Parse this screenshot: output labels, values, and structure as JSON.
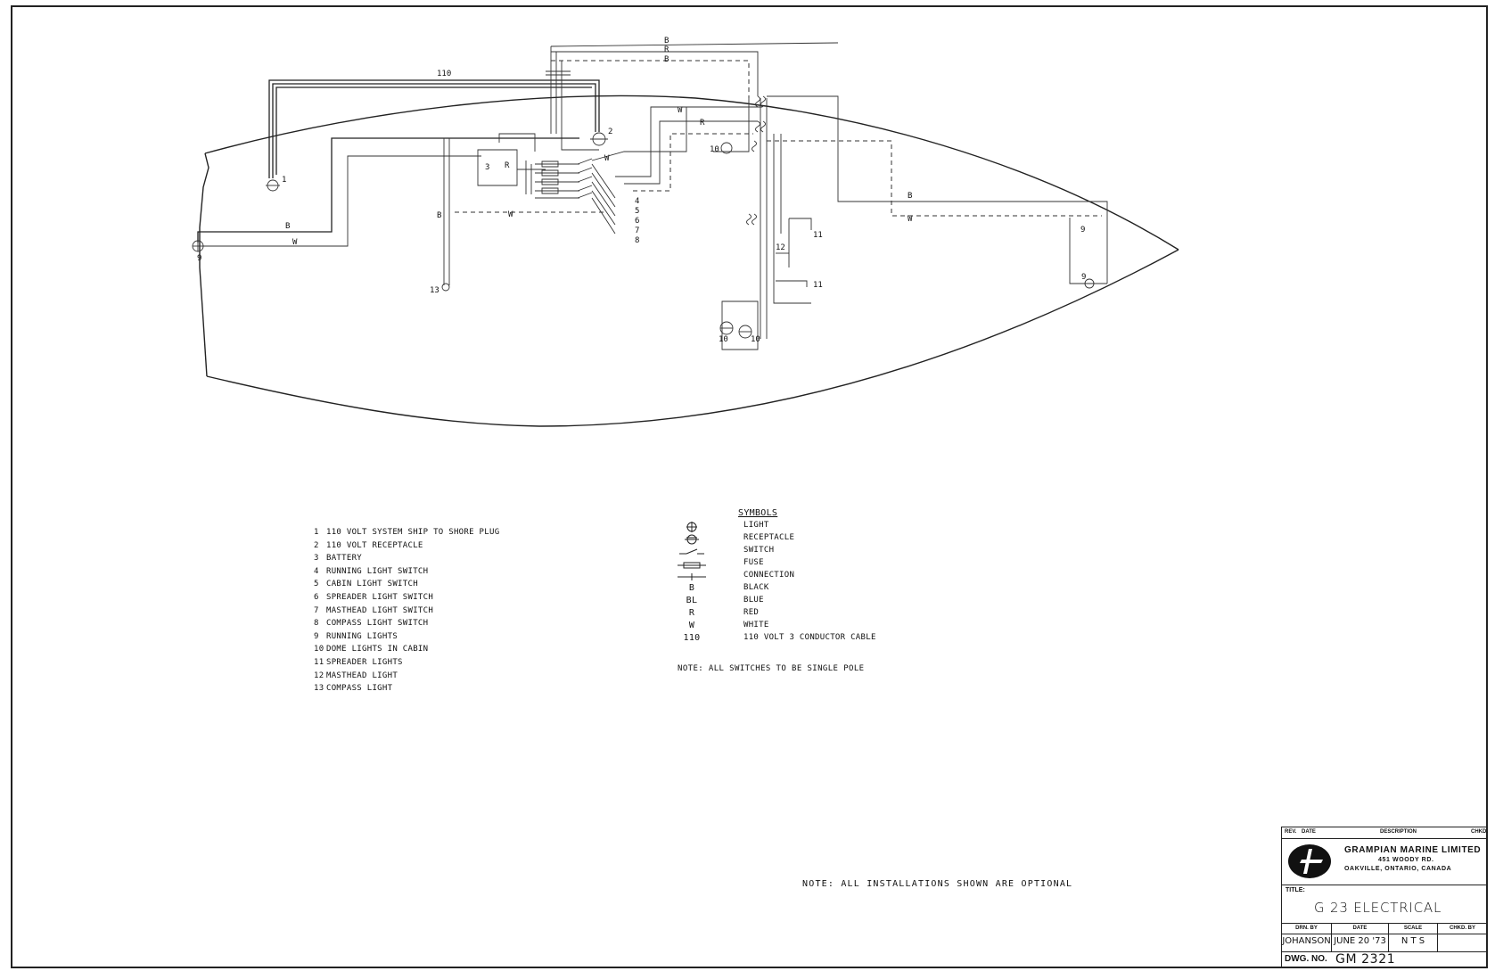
{
  "diagram": {
    "wire_labels": {
      "w110": "110",
      "top_B1": "B",
      "top_R1": "R",
      "top_B2": "B",
      "mid_W": "W",
      "mid_R": "R",
      "mid_B": "B",
      "port_B": "B",
      "port_W": "W",
      "bow_B": "B",
      "bow_W": "W",
      "sw_W": "W",
      "sw_R": "R",
      "vert_B": "B"
    },
    "component_labels": {
      "c1": "1",
      "c2": "2",
      "c3": "3",
      "c4": "4",
      "c5": "5",
      "c6": "6",
      "c7": "7",
      "c8": "8",
      "c9a": "9",
      "c9b": "9",
      "c9c": "9",
      "c10a": "10",
      "c10b": "10",
      "c11a": "11",
      "c11b": "11",
      "c12": "12",
      "c13": "13"
    }
  },
  "legend": [
    {
      "num": "1",
      "text": "110 VOLT SYSTEM  SHIP TO SHORE PLUG"
    },
    {
      "num": "2",
      "text": "110 VOLT RECEPTACLE"
    },
    {
      "num": "3",
      "text": "BATTERY"
    },
    {
      "num": "4",
      "text": "RUNNING LIGHT SWITCH"
    },
    {
      "num": "5",
      "text": "CABIN LIGHT SWITCH"
    },
    {
      "num": "6",
      "text": "SPREADER LIGHT SWITCH"
    },
    {
      "num": "7",
      "text": "MASTHEAD LIGHT SWITCH"
    },
    {
      "num": "8",
      "text": "COMPASS LIGHT SWITCH"
    },
    {
      "num": "9",
      "text": "RUNNING LIGHTS"
    },
    {
      "num": "10",
      "text": "DOME LIGHTS  IN CABIN"
    },
    {
      "num": "11",
      "text": "SPREADER LIGHTS"
    },
    {
      "num": "12",
      "text": "MASTHEAD LIGHT"
    },
    {
      "num": "13",
      "text": "COMPASS LIGHT"
    }
  ],
  "symbols": {
    "title": "SYMBOLS",
    "items": [
      {
        "mark": "light-symbol",
        "label": "LIGHT"
      },
      {
        "mark": "receptacle-symbol",
        "label": "RECEPTACLE"
      },
      {
        "mark": "switch-symbol",
        "label": "SWITCH"
      },
      {
        "mark": "fuse-symbol",
        "label": "FUSE"
      },
      {
        "mark": "connection-symbol",
        "label": "CONNECTION"
      },
      {
        "mark_text": "B",
        "label": "BLACK"
      },
      {
        "mark_text": "BL",
        "label": "BLUE"
      },
      {
        "mark_text": "R",
        "label": "RED"
      },
      {
        "mark_text": "W",
        "label": "WHITE"
      },
      {
        "mark_text": "110",
        "label": "110 VOLT 3 CONDUCTOR CABLE"
      }
    ]
  },
  "notes": {
    "switches": "NOTE:  ALL SWITCHES TO BE SINGLE POLE",
    "optional": "NOTE:  ALL INSTALLATIONS SHOWN ARE OPTIONAL"
  },
  "title_block": {
    "rev_header": "REV.",
    "date_header": "DATE",
    "description_header": "DESCRIPTION",
    "chkd_header": "CHKD.",
    "company_name": "GRAMPIAN MARINE LIMITED",
    "address_line1": "451 WOODY RD.",
    "address_line2": "OAKVILLE, ONTARIO, CANADA",
    "title_label": "TITLE:",
    "title": "G 23  ELECTRICAL",
    "drn_by_label": "DRN. BY",
    "drn_by": "JOHANSON",
    "date_label": "DATE",
    "date": "JUNE 20 '73",
    "scale_label": "SCALE",
    "scale": "N T S",
    "chkd_by_label": "CHKD. BY",
    "chkd_by": "",
    "dwg_no_label": "DWG. NO.",
    "dwg_no": "GM 2321"
  }
}
